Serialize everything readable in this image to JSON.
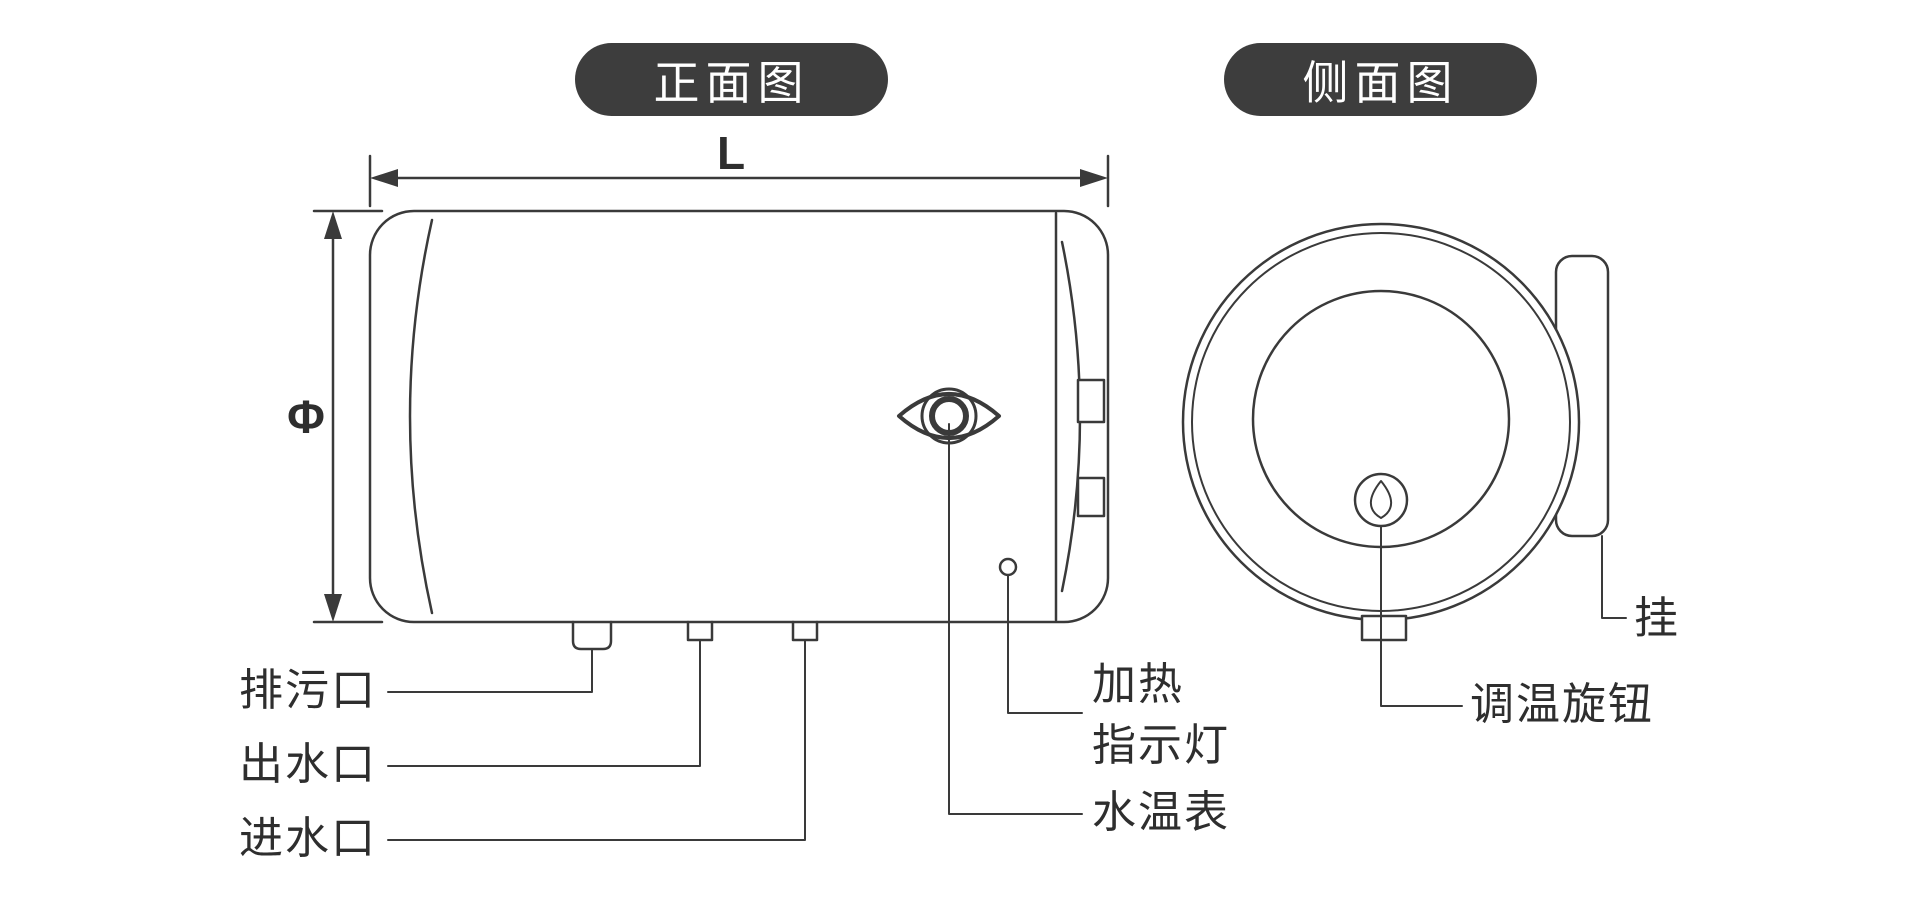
{
  "colors": {
    "background": "#ffffff",
    "line": "#3a3a3a",
    "badge_bg": "#3d3d3d",
    "badge_text": "#ffffff",
    "label_text": "#2e2e2e"
  },
  "badges": {
    "front_view": "正面图",
    "side_view": "侧面图"
  },
  "dimensions": {
    "length": "L",
    "diameter": "Φ"
  },
  "front_view": {
    "labels": {
      "drain_port": "排污口",
      "water_outlet": "出水口",
      "water_inlet": "进水口",
      "heating_indicator_line1": "加热",
      "heating_indicator_line2": "指示灯",
      "water_temperature_gauge": "水温表"
    }
  },
  "side_view": {
    "labels": {
      "hanging_bracket": "挂",
      "temperature_knob": "调温旋钮"
    }
  }
}
